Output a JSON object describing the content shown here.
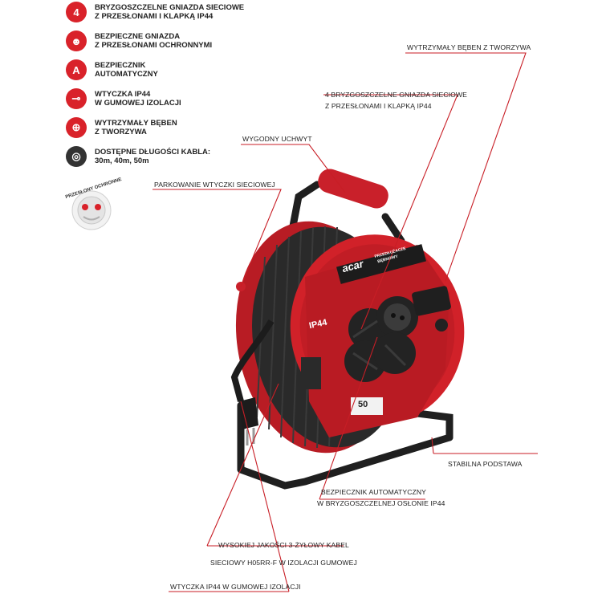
{
  "features": [
    {
      "badge": "4",
      "badge_style": "red",
      "lines": [
        "BRYZGOSZCZELNE GNIAZDA SIECIOWE",
        "Z PRZESŁONAMI I KLAPKĄ IP44"
      ]
    },
    {
      "badge": "☻",
      "badge_style": "red",
      "lines": [
        "BEZPIECZNE GNIAZDA",
        "Z PRZESŁONAMI OCHRONNYMI"
      ]
    },
    {
      "badge": "A",
      "badge_style": "red",
      "lines": [
        "BEZPIECZNIK",
        "AUTOMATYCZNY"
      ]
    },
    {
      "badge": "⊸",
      "badge_style": "red",
      "lines": [
        "WTYCZKA IP44",
        "W GUMOWEJ IZOLACJI"
      ]
    },
    {
      "badge": "⊕",
      "badge_style": "red",
      "lines": [
        "WYTRZYMAŁY BĘBEN",
        "Z TWORZYWA"
      ]
    },
    {
      "badge": "◎",
      "badge_style": "dark",
      "lines": [
        "DOSTĘPNE DŁUGOŚCI KABLA:",
        "30m, 40m, 50m"
      ]
    }
  ],
  "shutter_label": "PRZESŁONY OCHRONNE",
  "product": {
    "brand": "acar",
    "tagline_1": "PRZEDŁUŻACZE",
    "tagline_2": "BĘBNOWY",
    "ip_rating": "IP44",
    "length": "50"
  },
  "callouts": {
    "drum": "WYTRZYMAŁY BĘBEN Z TWORZYWA",
    "sockets_1": "4 BRYZGOSZCZELNE GNIAZDA SIECIOWE",
    "sockets_2": "Z PRZESŁONAMI I KLAPKĄ IP44",
    "handle": "WYGODNY UCHWYT",
    "parking": "PARKOWANIE WTYCZKI SIECIOWEJ",
    "base": "STABILNA PODSTAWA",
    "fuse_1": "BEZPIECZNIK AUTOMATYCZNY",
    "fuse_2": "W BRYZGOSZCZELNEJ OSŁONIE IP44",
    "cable_1": "WYSOKIEJ JAKOŚCI 3-ŻYŁOWY KABEL",
    "cable_2": "SIECIOWY H05RR-F W IZOLACJI GUMOWEJ",
    "plug": "WTYCZKA IP44 W GUMOWEJ IZOLACJI"
  },
  "colors": {
    "accent": "#d9222a",
    "line": "#c81e26",
    "body_dark": "#2a2a2a"
  },
  "icons": [
    "four-sockets-icon",
    "shutter-socket-icon",
    "fuse-icon",
    "plug-icon",
    "drum-icon",
    "cable-length-icon"
  ]
}
